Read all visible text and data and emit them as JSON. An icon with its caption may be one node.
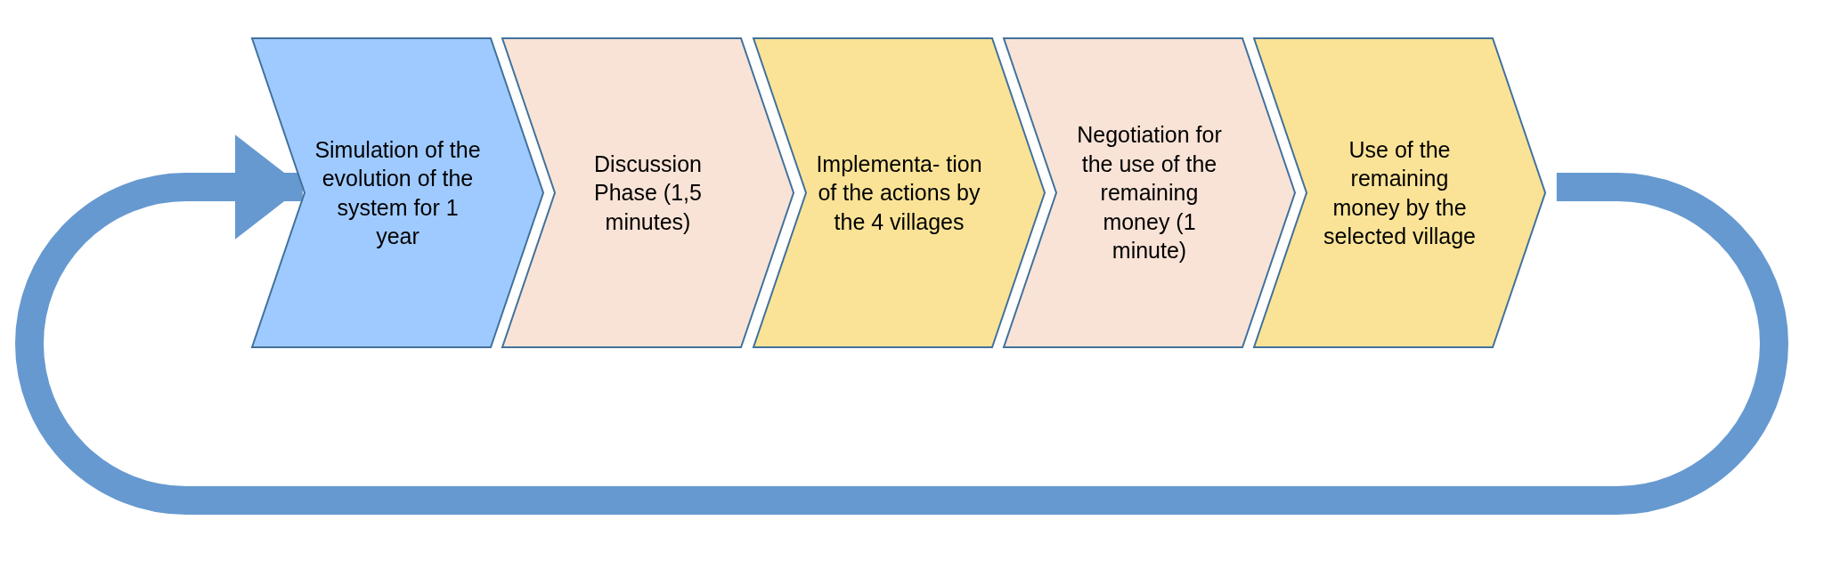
{
  "diagram": {
    "nodes": [
      {
        "text": [
          "Simulation of the evolution of the system for 1 year"
        ]
      },
      {
        "text": [
          "Discussion Phase (1,5 minutes)"
        ]
      },
      {
        "text": [
          "Implementa- tion of the actions by the 4 villages"
        ]
      },
      {
        "text": [
          "Negotiation for the use of the remaining money (1 minute)"
        ]
      },
      {
        "text": [
          "Use of the remaining money by the selected village"
        ]
      }
    ],
    "edges": [
      {
        "from": 4,
        "to": 0,
        "arrow": "to"
      }
    ]
  }
}
